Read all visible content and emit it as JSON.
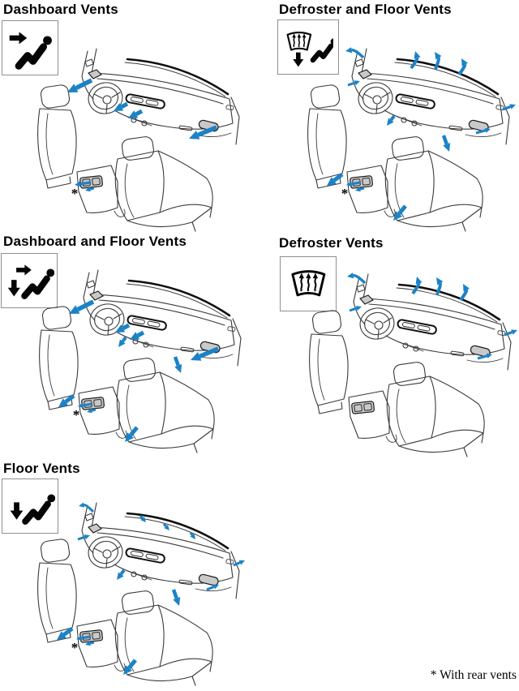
{
  "page": {
    "background": "#ffffff",
    "line_color": "#3a3a3a",
    "arrow_color": "#1b82c6"
  },
  "footnote": "* With rear vents",
  "sections": [
    {
      "title": "Dashboard Vents",
      "icon": "dashboard-airflow-icon",
      "rear_vent_marker": "*",
      "airflow_arrows": [
        [
          68,
          39,
          38,
          54,
          5.5
        ],
        [
          112,
          68,
          95,
          77,
          5
        ],
        [
          130,
          77,
          113,
          86,
          5
        ],
        [
          222,
          97,
          188,
          111,
          5.5
        ],
        [
          66,
          165,
          47,
          168,
          3.2
        ],
        [
          71,
          172,
          60,
          175,
          2.8
        ]
      ]
    },
    {
      "title": "Defroster and Floor Vents",
      "icon": "defroster-and-floor-airflow-icon",
      "rear_vent_marker": "*",
      "airflow_arrows": [
        [
          70,
          11,
          48,
          3,
          3.5,
          60,
          1
        ],
        [
          129,
          24,
          134,
          3,
          4,
          137,
          13
        ],
        [
          159,
          25,
          158,
          4,
          4,
          164,
          13
        ],
        [
          188,
          32,
          191,
          12,
          4,
          196,
          21
        ],
        [
          51,
          45,
          66,
          40,
          3
        ],
        [
          242,
          75,
          258,
          69,
          3.2
        ],
        [
          209,
          104,
          227,
          99,
          3
        ],
        [
          108,
          83,
          99,
          95,
          4
        ],
        [
          169,
          107,
          176,
          127,
          4.5
        ],
        [
          44,
          155,
          25,
          169,
          5
        ],
        [
          66,
          165,
          49,
          168,
          3
        ],
        [
          71,
          172,
          60,
          175,
          2.8
        ],
        [
          122,
          194,
          107,
          212,
          5
        ]
      ]
    },
    {
      "title": "Dashboard and Floor Vents",
      "icon": "dashboard-and-floor-airflow-icon",
      "rear_vent_marker": "*",
      "airflow_arrows": [
        [
          68,
          39,
          38,
          54,
          5.5
        ],
        [
          112,
          68,
          95,
          77,
          5
        ],
        [
          130,
          77,
          113,
          86,
          5
        ],
        [
          222,
          97,
          188,
          111,
          5.5
        ],
        [
          108,
          83,
          99,
          95,
          4
        ],
        [
          169,
          107,
          176,
          127,
          4.5
        ],
        [
          44,
          155,
          25,
          169,
          5
        ],
        [
          66,
          165,
          49,
          168,
          3
        ],
        [
          71,
          172,
          60,
          175,
          2.8
        ],
        [
          122,
          194,
          107,
          212,
          5
        ]
      ]
    },
    {
      "title": "Defroster Vents",
      "icon": "defroster-airflow-icon",
      "rear_vent_marker": "",
      "airflow_arrows": [
        [
          70,
          11,
          48,
          3,
          3.5,
          60,
          1
        ],
        [
          129,
          24,
          134,
          3,
          4,
          137,
          13
        ],
        [
          159,
          25,
          158,
          4,
          4,
          164,
          13
        ],
        [
          188,
          32,
          191,
          12,
          4,
          196,
          21
        ],
        [
          51,
          45,
          66,
          40,
          3
        ],
        [
          242,
          75,
          258,
          69,
          3.2
        ],
        [
          209,
          104,
          227,
          99,
          3
        ]
      ]
    },
    {
      "title": "Floor Vents",
      "icon": "floor-airflow-icon",
      "rear_vent_marker": "*",
      "airflow_arrows": [
        [
          70,
          11,
          52,
          4,
          3,
          61,
          2
        ],
        [
          128,
          16,
          135,
          24,
          3
        ],
        [
          157,
          26,
          164,
          34,
          3
        ],
        [
          190,
          37,
          196,
          45,
          3
        ],
        [
          51,
          45,
          66,
          40,
          3
        ],
        [
          243,
          77,
          257,
          71,
          3
        ],
        [
          210,
          107,
          225,
          101,
          3
        ],
        [
          108,
          83,
          99,
          95,
          4
        ],
        [
          169,
          107,
          176,
          127,
          4.5
        ],
        [
          44,
          155,
          25,
          169,
          5
        ],
        [
          66,
          165,
          49,
          168,
          3
        ],
        [
          71,
          172,
          60,
          175,
          2.8
        ],
        [
          122,
          194,
          107,
          212,
          5
        ]
      ]
    }
  ]
}
